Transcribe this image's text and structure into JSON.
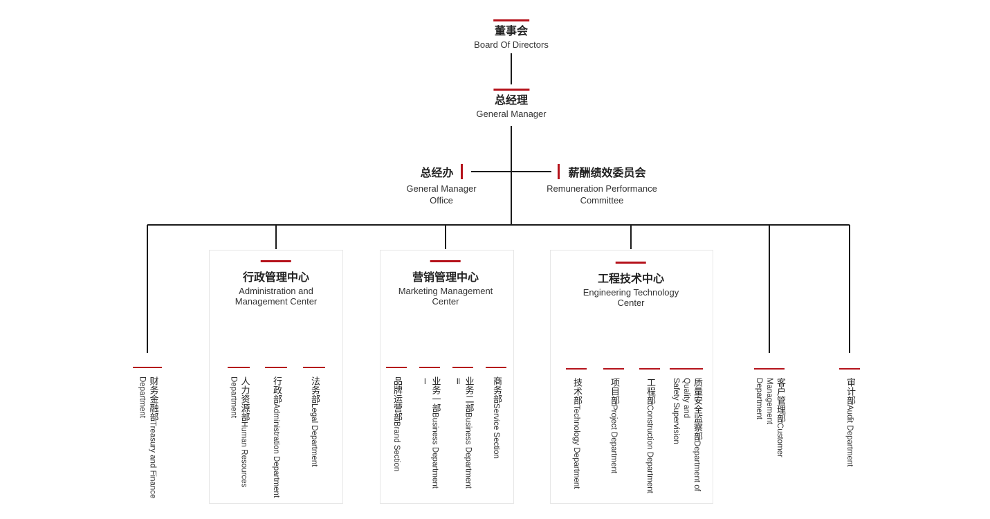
{
  "board": {
    "cn": "董事会",
    "en": "Board Of Directors"
  },
  "gm": {
    "cn": "总经理",
    "en": "General Manager"
  },
  "gm_office": {
    "cn": "总经办",
    "en": "General Manager\nOffice"
  },
  "committee": {
    "cn": "薪酬绩效委员会",
    "en": "Remuneration Performance\nCommittee"
  },
  "centers": [
    {
      "cn": "行政管理中心",
      "en": "Administration and\nManagement Center"
    },
    {
      "cn": "营销管理中心",
      "en": "Marketing Management\nCenter"
    },
    {
      "cn": "工程技术中心",
      "en": "Engineering Technology\nCenter"
    }
  ],
  "finance": {
    "cn": "财务金融部",
    "en": "Treasury and Finance\nDepartment"
  },
  "admin_depts": [
    {
      "cn": "人力资源部",
      "en": "Human Resources Department"
    },
    {
      "cn": "行政部",
      "en": "Administration Department"
    },
    {
      "cn": "法务部",
      "en": "Legal Department"
    }
  ],
  "marketing_depts": [
    {
      "cn": "品牌运营部",
      "en": "Brand Section"
    },
    {
      "cn": "业务一部",
      "en": "Business Department  Ⅰ"
    },
    {
      "cn": "业务二部",
      "en": "Business Department Ⅱ"
    },
    {
      "cn": "商务部",
      "en": "Service Section"
    }
  ],
  "engineering_depts": [
    {
      "cn": "技术部",
      "en": "Technology Department"
    },
    {
      "cn": "项目部",
      "en": "Project Department"
    },
    {
      "cn": "工程部",
      "en": "Construction Department"
    },
    {
      "cn": "质量安全监察部",
      "en": "Department of Quality and\nSafety Supervision"
    }
  ],
  "customer": {
    "cn": "客户管理部",
    "en": "Customer Management\nDepartment"
  },
  "audit": {
    "cn": "审计部",
    "en": "Audit Department"
  },
  "colors": {
    "accent": "#b5121b",
    "line": "#1a1a1a",
    "box_border": "#e6e6e6"
  }
}
